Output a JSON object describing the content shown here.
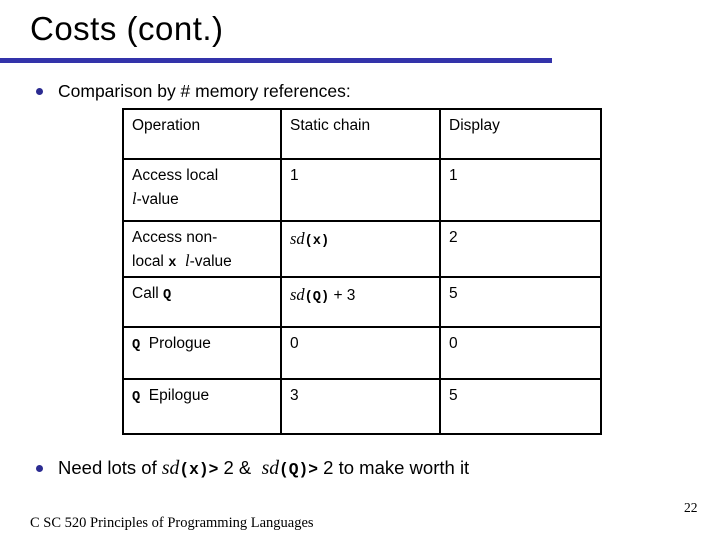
{
  "slide": {
    "title": "Costs (cont.)",
    "footer": "C SC 520 Principles of Programming Languages",
    "page_number": "22",
    "accent_color": "#3333AA",
    "bullet_color": "#2B2B91"
  },
  "bullets": {
    "comparison": "Comparison by # memory references:",
    "conclusion_segments": [
      {
        "text": "Need lots of ",
        "style": "sans"
      },
      {
        "text": "sd",
        "style": "iserif"
      },
      {
        "text": "(x)>",
        "style": "mono"
      },
      {
        "text": " 2 &  ",
        "style": "sans"
      },
      {
        "text": "sd",
        "style": "iserif"
      },
      {
        "text": "(Q)>",
        "style": "mono"
      },
      {
        "text": " 2 to make worth it",
        "style": "sans"
      }
    ]
  },
  "table": {
    "headers": [
      "Operation",
      "Static chain",
      "Display"
    ],
    "rows": [
      {
        "operation": [
          {
            "text": "Access local\n",
            "style": "sans"
          },
          {
            "text": "l",
            "style": "iserif"
          },
          {
            "text": "-value",
            "style": "sans"
          }
        ],
        "static_chain": [
          {
            "text": "1",
            "style": "sans"
          }
        ],
        "display": [
          {
            "text": "1",
            "style": "sans"
          }
        ]
      },
      {
        "operation": [
          {
            "text": "Access non-\nlocal ",
            "style": "sans"
          },
          {
            "text": "x",
            "style": "mono"
          },
          {
            "text": "  ",
            "style": "sans"
          },
          {
            "text": "l",
            "style": "iserif"
          },
          {
            "text": "-value",
            "style": "sans"
          }
        ],
        "static_chain": [
          {
            "text": "sd",
            "style": "iserif"
          },
          {
            "text": "(x)",
            "style": "mono"
          }
        ],
        "display": [
          {
            "text": "2",
            "style": "sans"
          }
        ]
      },
      {
        "operation": [
          {
            "text": "Call ",
            "style": "sans"
          },
          {
            "text": "Q",
            "style": "mono"
          }
        ],
        "static_chain": [
          {
            "text": "sd",
            "style": "iserif"
          },
          {
            "text": "(Q)",
            "style": "mono"
          },
          {
            "text": " + 3",
            "style": "sans"
          }
        ],
        "display": [
          {
            "text": "5",
            "style": "sans"
          }
        ]
      },
      {
        "operation": [
          {
            "text": "Q",
            "style": "mono"
          },
          {
            "text": "  Prologue",
            "style": "sans"
          }
        ],
        "static_chain": [
          {
            "text": "0",
            "style": "sans"
          }
        ],
        "display": [
          {
            "text": "0",
            "style": "sans"
          }
        ]
      },
      {
        "operation": [
          {
            "text": "Q",
            "style": "mono"
          },
          {
            "text": "  Epilogue",
            "style": "sans"
          }
        ],
        "static_chain": [
          {
            "text": "3",
            "style": "sans"
          }
        ],
        "display": [
          {
            "text": "5",
            "style": "sans"
          }
        ]
      }
    ]
  }
}
